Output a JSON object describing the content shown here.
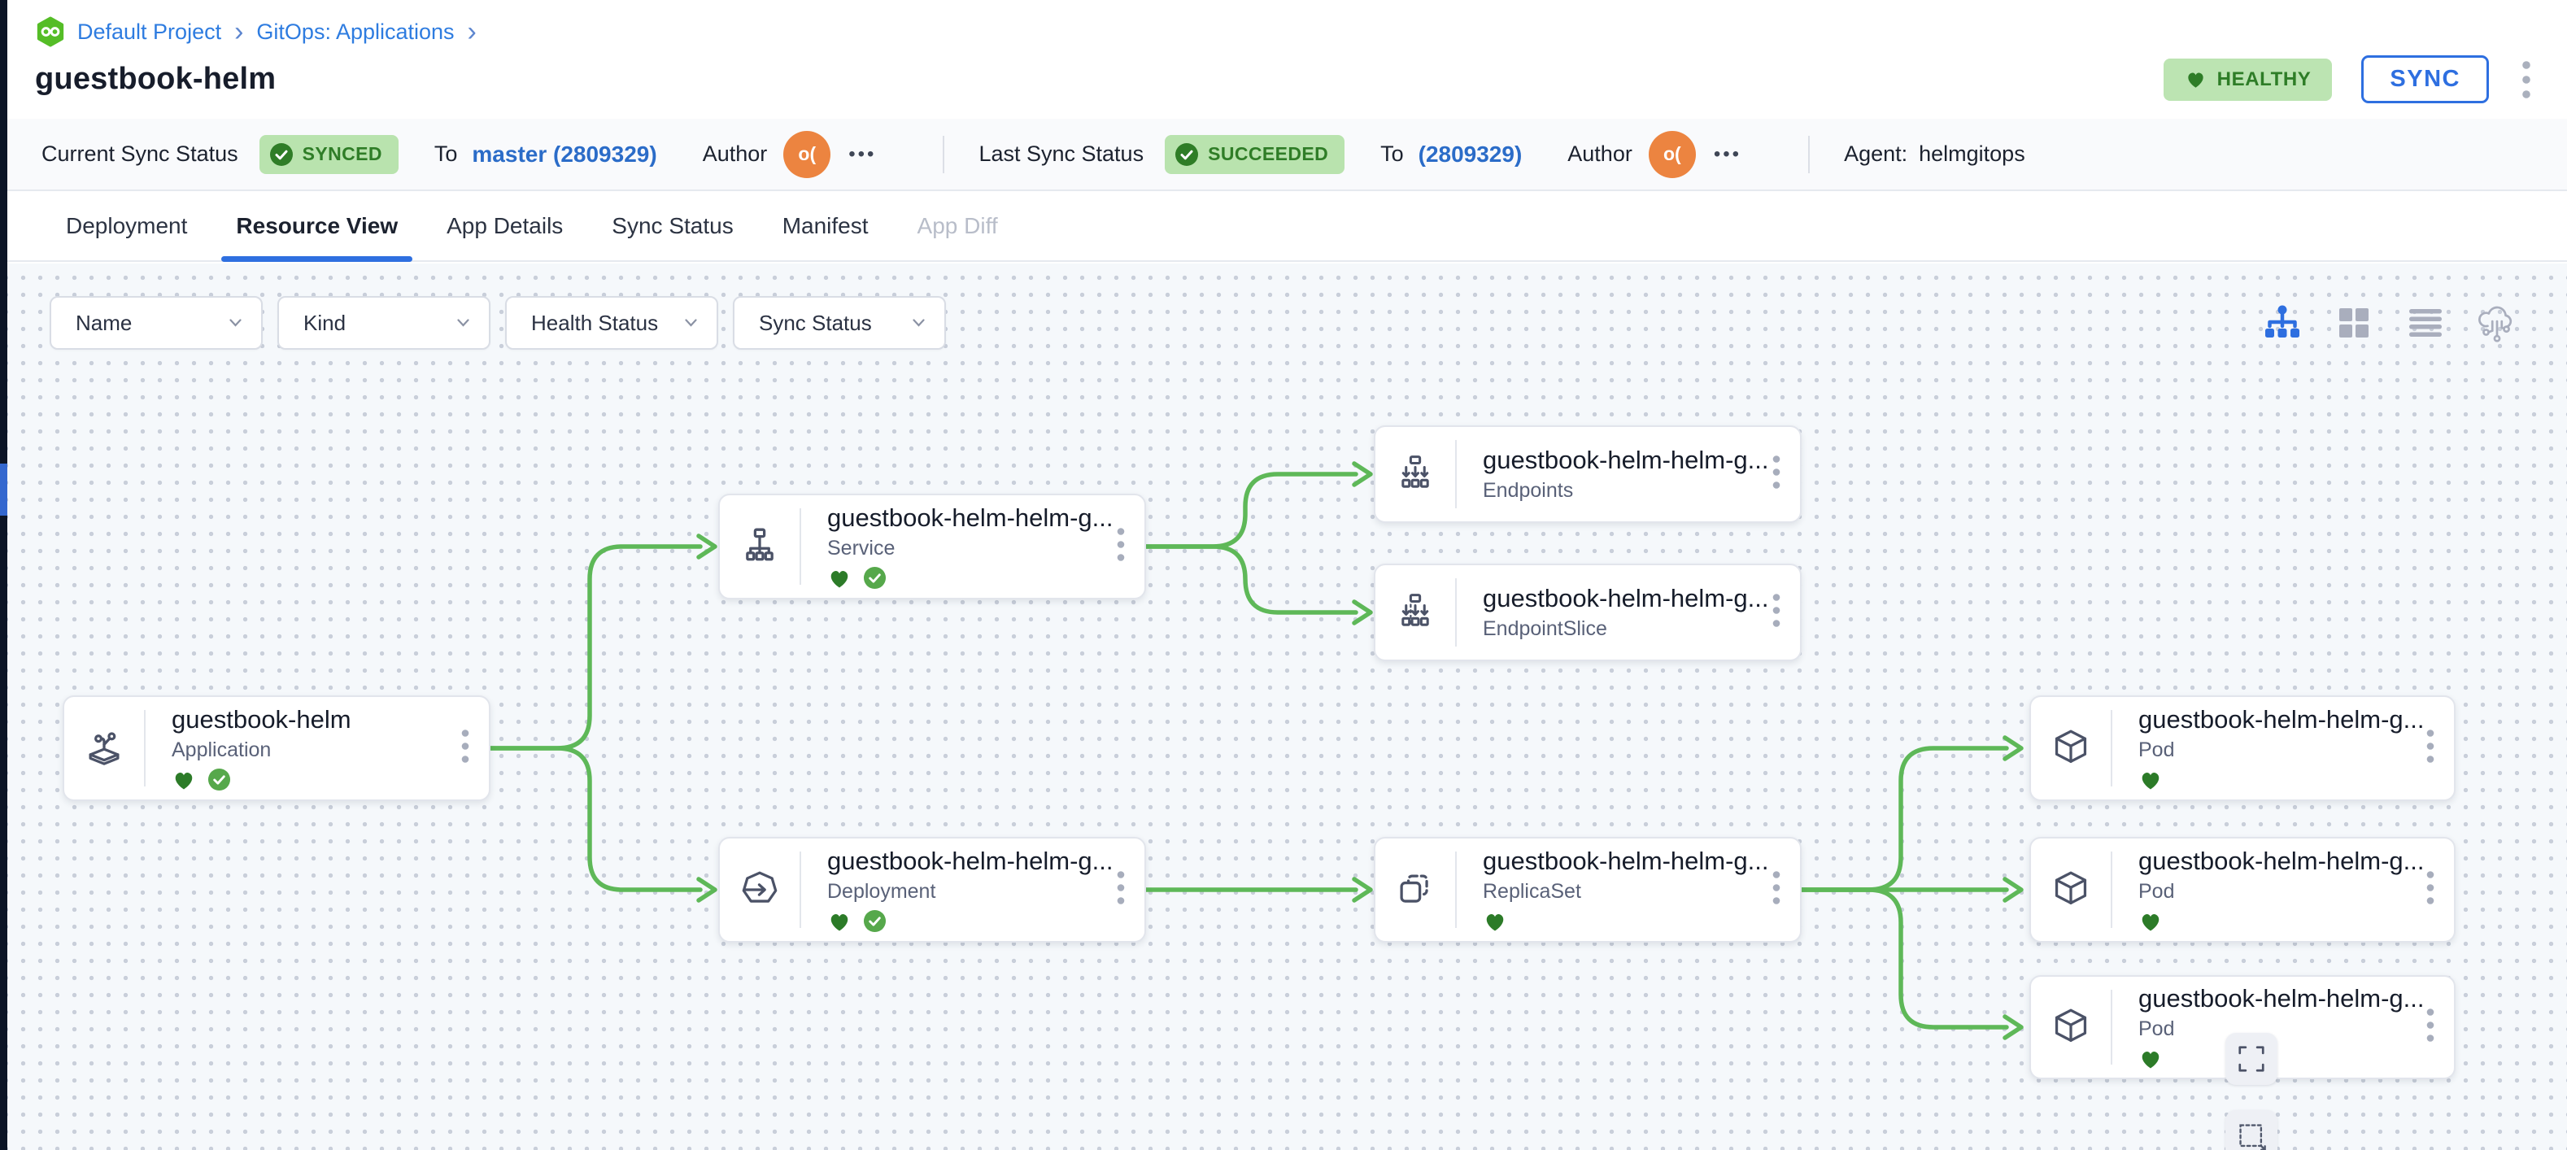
{
  "colors": {
    "accent_blue": "#2e6fe0",
    "edge_green": "#5eb858",
    "healthy_badge_bg": "#bce4b2",
    "healthy_badge_text": "#2e7d27",
    "avatar_orange": "#ec8440",
    "canvas_bg": "#f5f8fb"
  },
  "breadcrumb": {
    "logo_icon": "codefresh-logo-icon",
    "items": [
      "Default Project",
      "GitOps: Applications"
    ],
    "separator": "›"
  },
  "header": {
    "title": "guestbook-helm",
    "health_badge": "HEALTHY",
    "sync_button": "SYNC"
  },
  "status_bar": {
    "current": {
      "label": "Current Sync Status",
      "badge": "SYNCED",
      "to_label": "To",
      "revision": "master (2809329)",
      "author_label": "Author",
      "avatar": "o(",
      "more": "•••"
    },
    "last": {
      "label": "Last Sync Status",
      "badge": "SUCCEEDED",
      "to_label": "To",
      "revision": "(2809329)",
      "author_label": "Author",
      "avatar": "o(",
      "more": "•••"
    },
    "agent_label": "Agent:",
    "agent_value": "helmgitops"
  },
  "tabs": [
    {
      "label": "Deployment",
      "state": "normal"
    },
    {
      "label": "Resource View",
      "state": "active"
    },
    {
      "label": "App Details",
      "state": "normal"
    },
    {
      "label": "Sync Status",
      "state": "normal"
    },
    {
      "label": "Manifest",
      "state": "normal"
    },
    {
      "label": "App Diff",
      "state": "disabled"
    }
  ],
  "filters": [
    {
      "label": "Name"
    },
    {
      "label": "Kind"
    },
    {
      "label": "Health Status"
    },
    {
      "label": "Sync Status"
    }
  ],
  "view_toggles": [
    "hierarchy-view-icon",
    "grid-view-icon",
    "list-view-icon",
    "cloud-map-view-icon"
  ],
  "canvas": {
    "nodes": [
      {
        "title": "guestbook-helm",
        "kind": "Application",
        "healthy": true,
        "synced": true
      },
      {
        "title": "guestbook-helm-helm-g...",
        "kind": "Service",
        "healthy": true,
        "synced": true
      },
      {
        "title": "guestbook-helm-helm-g...",
        "kind": "Endpoints",
        "healthy": false,
        "synced": false
      },
      {
        "title": "guestbook-helm-helm-g...",
        "kind": "EndpointSlice",
        "healthy": false,
        "synced": false
      },
      {
        "title": "guestbook-helm-helm-g...",
        "kind": "Deployment",
        "healthy": true,
        "synced": true
      },
      {
        "title": "guestbook-helm-helm-g...",
        "kind": "ReplicaSet",
        "healthy": true,
        "synced": false
      },
      {
        "title": "guestbook-helm-helm-g...",
        "kind": "Pod",
        "healthy": true,
        "synced": false
      },
      {
        "title": "guestbook-helm-helm-g...",
        "kind": "Pod",
        "healthy": true,
        "synced": false
      },
      {
        "title": "guestbook-helm-helm-g...",
        "kind": "Pod",
        "healthy": true,
        "synced": false
      }
    ]
  }
}
